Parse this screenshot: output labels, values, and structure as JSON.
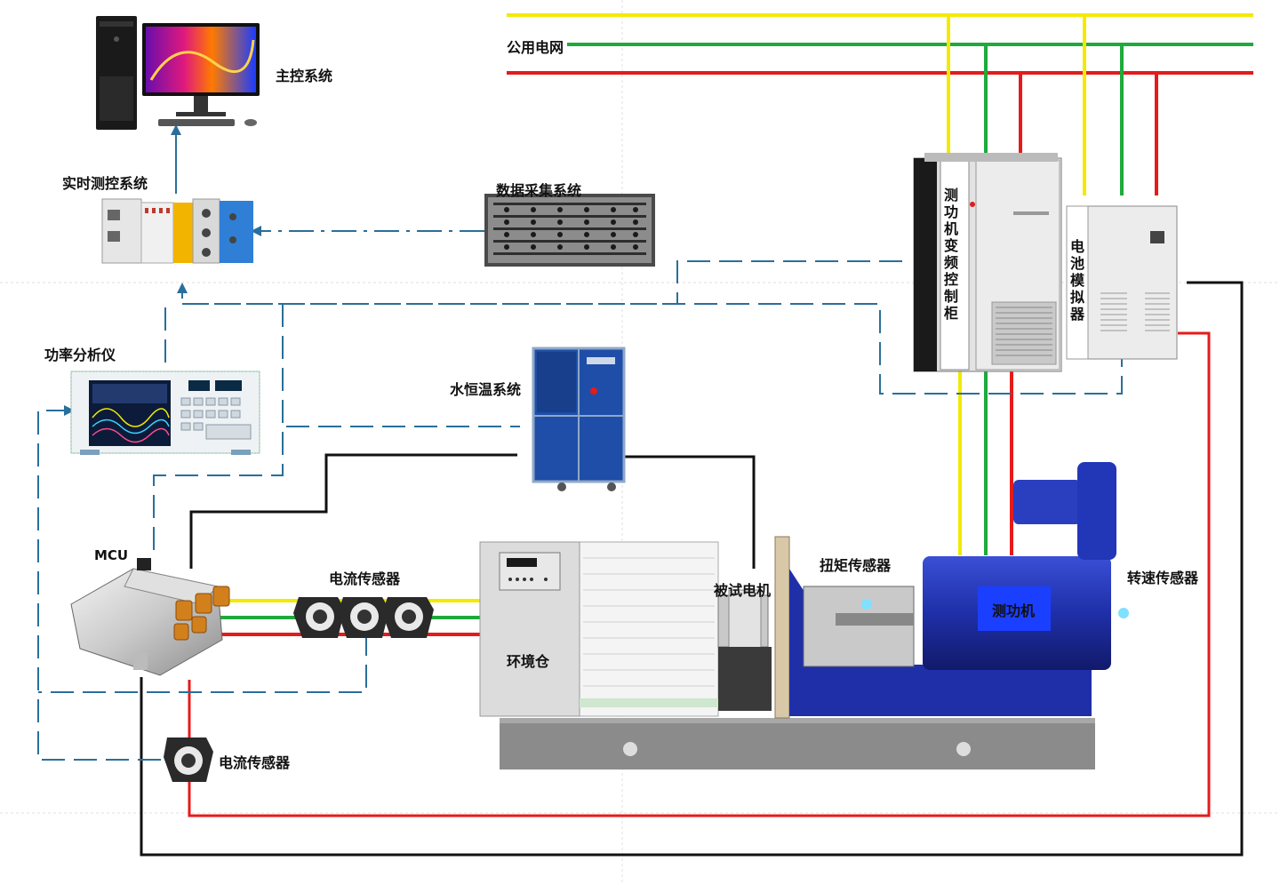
{
  "labels": {
    "main_control": "主控系统",
    "realtime_control": "实时测控系统",
    "daq": "数据采集系统",
    "power_analyzer": "功率分析仪",
    "water_thermostat": "水恒温系统",
    "grid": "公用电网",
    "dyno_cabinet": "测功机变频控制柜",
    "battery_sim": "电池模拟器",
    "mcu": "MCU",
    "current_sensor_top": "电流传感器",
    "current_sensor_bottom": "电流传感器",
    "env_chamber": "环境仓",
    "dut_motor": "被试电机",
    "torque_sensor": "扭矩传感器",
    "dyno": "测功机",
    "speed_sensor": "转速传感器"
  },
  "colors": {
    "phase_yellow": "#f2ea00",
    "phase_green": "#1faa3c",
    "phase_red": "#e41b1b",
    "signal_blue": "#2a6f9a",
    "cable_black": "#111111",
    "dyno_blue": "#1f2fa8"
  }
}
